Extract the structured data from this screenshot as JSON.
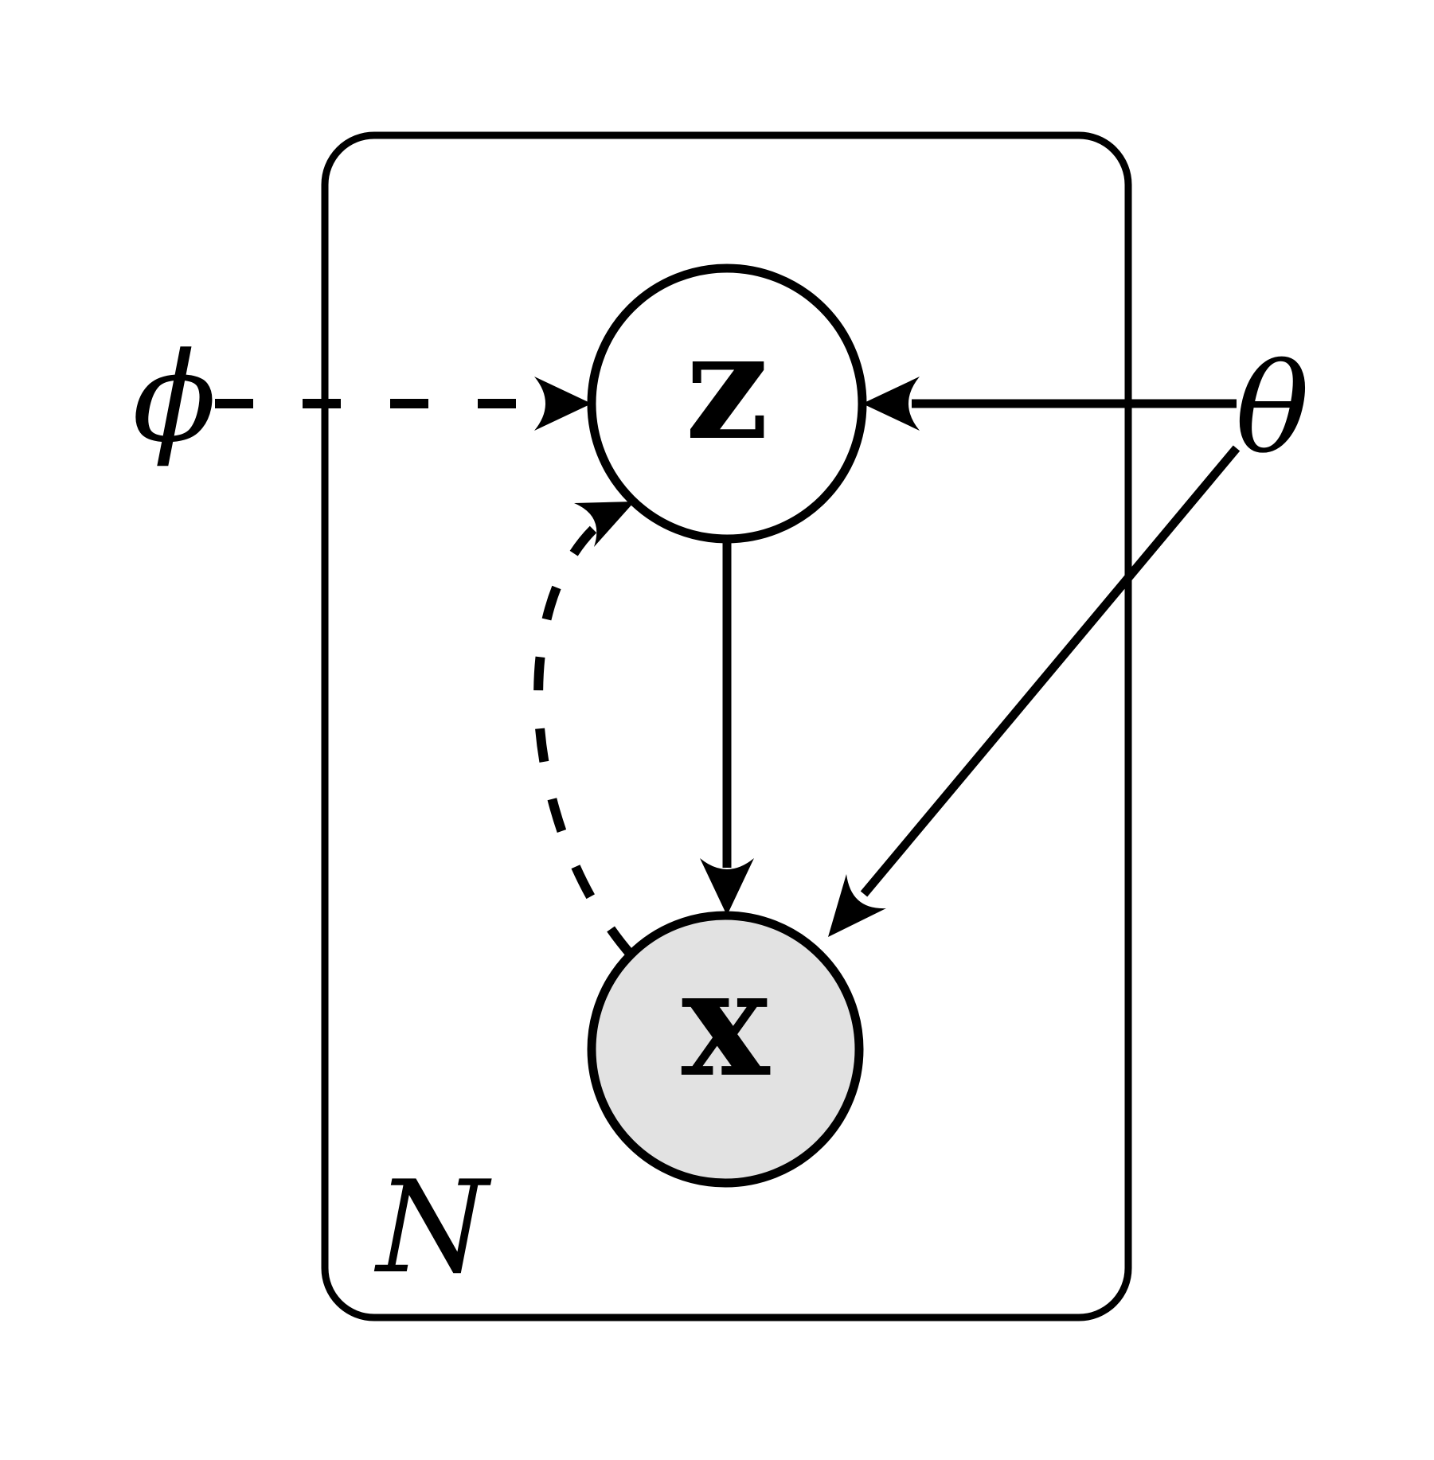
{
  "diagram": {
    "type": "graphical-model-plate-notation",
    "description": "Variational autoencoder style directed graphical model",
    "plate": {
      "label": "N"
    },
    "nodes": [
      {
        "id": "z",
        "label": "z",
        "observed": false,
        "fill": "#ffffff"
      },
      {
        "id": "x",
        "label": "x",
        "observed": true,
        "fill": "#e2e2e2"
      }
    ],
    "params": [
      {
        "id": "phi",
        "label": "ϕ"
      },
      {
        "id": "theta",
        "label": "θ"
      }
    ],
    "edges": [
      {
        "from": "phi",
        "to": "z",
        "style": "dashed"
      },
      {
        "from": "theta",
        "to": "z",
        "style": "solid"
      },
      {
        "from": "z",
        "to": "x",
        "style": "solid"
      },
      {
        "from": "theta",
        "to": "x",
        "style": "solid"
      },
      {
        "from": "x",
        "to": "z",
        "style": "dashed-curved"
      }
    ],
    "colors": {
      "stroke": "#000000",
      "observed_fill": "#e2e2e2",
      "latent_fill": "#ffffff",
      "background": "#ffffff"
    }
  }
}
